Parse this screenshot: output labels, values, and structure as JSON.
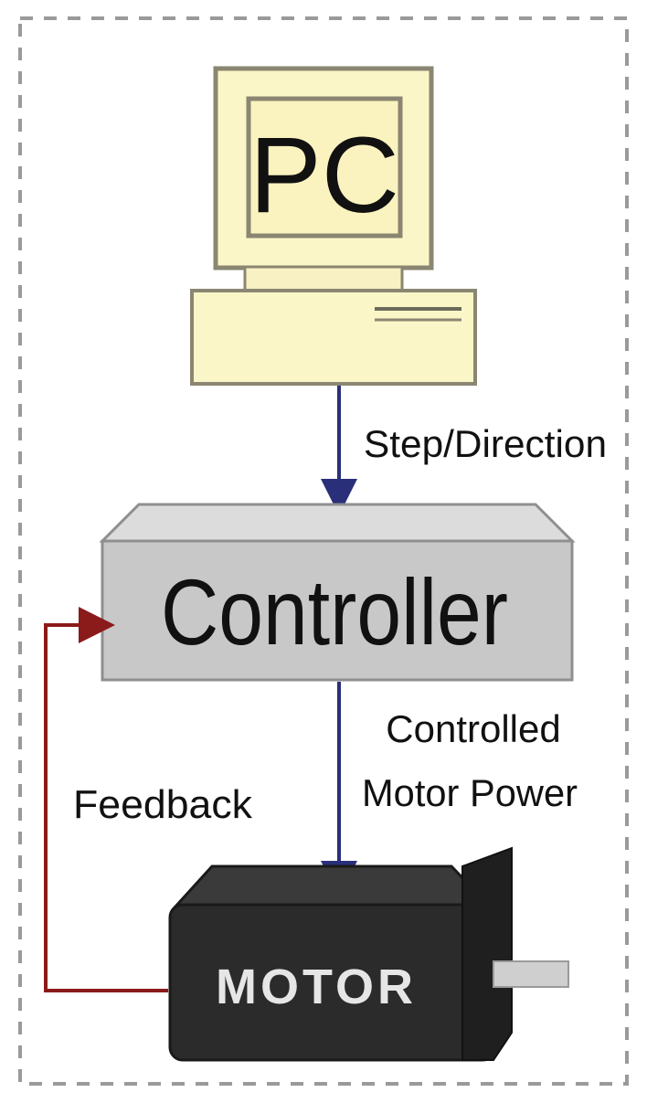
{
  "nodes": {
    "pc": {
      "label": "PC"
    },
    "controller": {
      "label": "Controller"
    },
    "motor": {
      "label": "MOTOR"
    }
  },
  "edges": {
    "pc_to_controller": {
      "label": "Step/Direction"
    },
    "controller_to_motor": {
      "label_line1": "Controlled",
      "label_line2": "Motor Power"
    },
    "motor_to_controller": {
      "label": "Feedback"
    }
  },
  "colors": {
    "pc_fill": "#fbf6c8",
    "pc_stroke": "#8a8672",
    "controller_fill": "#c8c8c8",
    "controller_top": "#dcdcdc",
    "controller_stroke": "#8f8f8f",
    "motor_fill": "#2b2b2b",
    "motor_text": "#e6e6e6",
    "signal_arrow": "#2a2f7a",
    "feedback_arrow": "#8b1a1a",
    "frame_dash": "#9a9a9a"
  }
}
